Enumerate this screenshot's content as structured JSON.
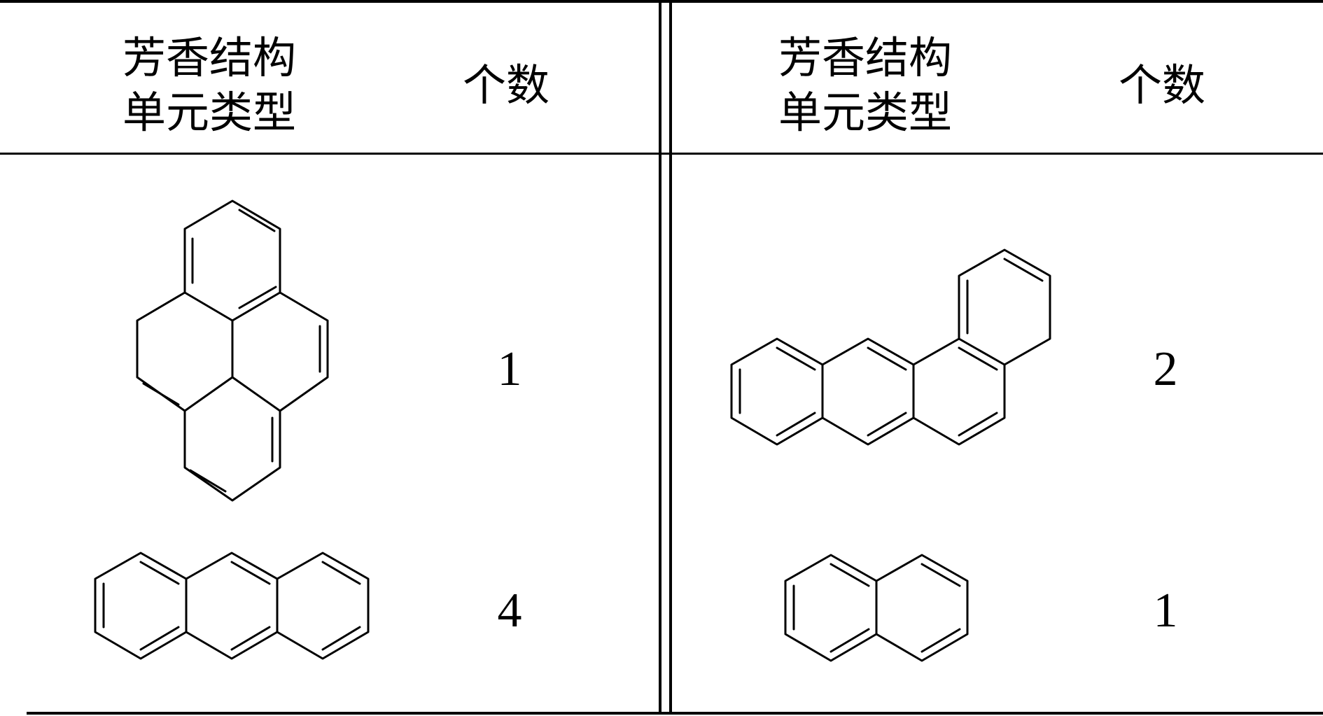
{
  "table": {
    "columns": [
      {
        "type_header_line1": "芳香结构",
        "type_header_line2": "单元类型",
        "count_header": "个数",
        "rows": [
          {
            "structure_icon": "dihydropyrene-structure",
            "count": "1"
          },
          {
            "structure_icon": "anthracene-structure",
            "count": "4"
          }
        ]
      },
      {
        "type_header_line1": "芳香结构",
        "type_header_line2": "单元类型",
        "count_header": "个数",
        "rows": [
          {
            "structure_icon": "benz-a-anthracene-structure",
            "count": "2"
          },
          {
            "structure_icon": "naphthalene-structure",
            "count": "1"
          }
        ]
      }
    ]
  },
  "colors": {
    "line": "#000000",
    "background": "#ffffff"
  }
}
